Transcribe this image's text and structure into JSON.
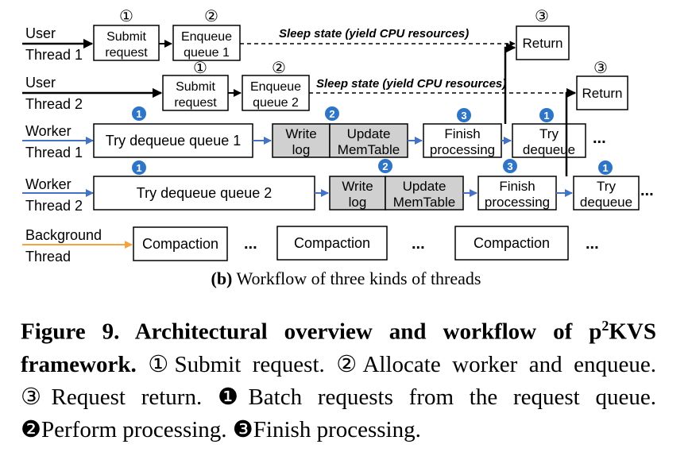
{
  "threads": {
    "user1": [
      "User",
      "Thread 1"
    ],
    "user2": [
      "User",
      "Thread 2"
    ],
    "worker1": [
      "Worker",
      "Thread 1"
    ],
    "worker2": [
      "Worker",
      "Thread 2"
    ],
    "background": [
      "Background",
      "Thread"
    ]
  },
  "boxes": {
    "submit_request": [
      "Submit",
      "request"
    ],
    "enqueue_q1": [
      "Enqueue",
      "queue 1"
    ],
    "enqueue_q2": [
      "Enqueue",
      "queue 2"
    ],
    "return": "Return",
    "try_dequeue_q1": "Try dequeue queue 1",
    "try_dequeue_q2": "Try dequeue queue 2",
    "write_log": [
      "Write",
      "log"
    ],
    "update_memtable": [
      "Update",
      "MemTable"
    ],
    "finish_processing": [
      "Finish",
      "processing"
    ],
    "try_dequeue": [
      "Try",
      "dequeue"
    ],
    "compaction": "Compaction"
  },
  "labels": {
    "sleep_state": "Sleep state (yield CPU resources)",
    "ellipsis": "...",
    "markers_open": [
      "①",
      "②",
      "③"
    ],
    "markers_filled": [
      "1",
      "2",
      "3"
    ]
  },
  "captions": {
    "sub_prefix": "(b)",
    "sub_text": " Workflow of three kinds of threads",
    "fig_bold_1": "Figure 9. Architectural overview and workflow of p",
    "fig_sup": "2",
    "fig_bold_2": "KVS framework.",
    "fig_rest": " ①Submit request. ②Allocate worker and enqueue. ③Request return. ❶Batch requests from the request queue. ❷Perform processing. ❸Finish processing."
  },
  "colors": {
    "user_arrow": "#000000",
    "worker_arrow": "#4472c4",
    "background_arrow": "#f4a340",
    "marker_fill": "#2e75c8",
    "box_gray": "#d0d0d0"
  }
}
